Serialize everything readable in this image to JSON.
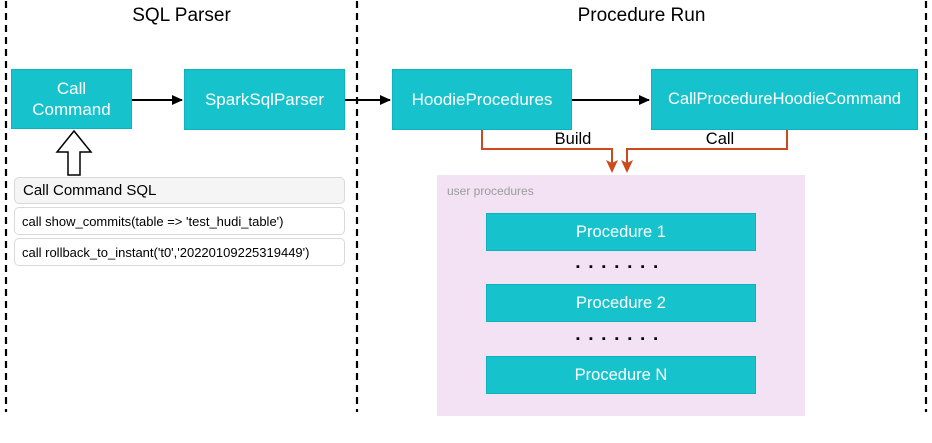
{
  "sections": {
    "sql_parser": {
      "title": "SQL Parser"
    },
    "procedure_run": {
      "title": "Procedure Run"
    }
  },
  "nodes": {
    "call_command": "Call Command",
    "spark_sql_parser": "SparkSqlParser",
    "hoodie_procedures": "HoodieProcedures",
    "call_procedure_hoodie_command": "CallProcedureHoodieCommand"
  },
  "edge_labels": {
    "build": "Build",
    "call": "Call"
  },
  "sql_panel": {
    "header": "Call Command SQL",
    "rows": [
      "call show_commits(table => 'test_hudi_table')",
      "call rollback_to_instant('t0','20220109225319449')"
    ]
  },
  "user_procedures": {
    "title": "user procedures",
    "items": [
      "Procedure 1",
      "Procedure 2",
      "Procedure N"
    ],
    "ellipsis": "▪ ▪ ▪ ▪ ▪ ▪ ▪"
  },
  "colors": {
    "node_fill": "#16c3cc",
    "node_border": "#0cb3be",
    "connector_black": "#000000",
    "connector_orange": "#cc4a1c",
    "container_pink": "#f3e2f4",
    "panel_header_bg": "#f5f5f6",
    "muted_label": "#9b9b9b"
  }
}
